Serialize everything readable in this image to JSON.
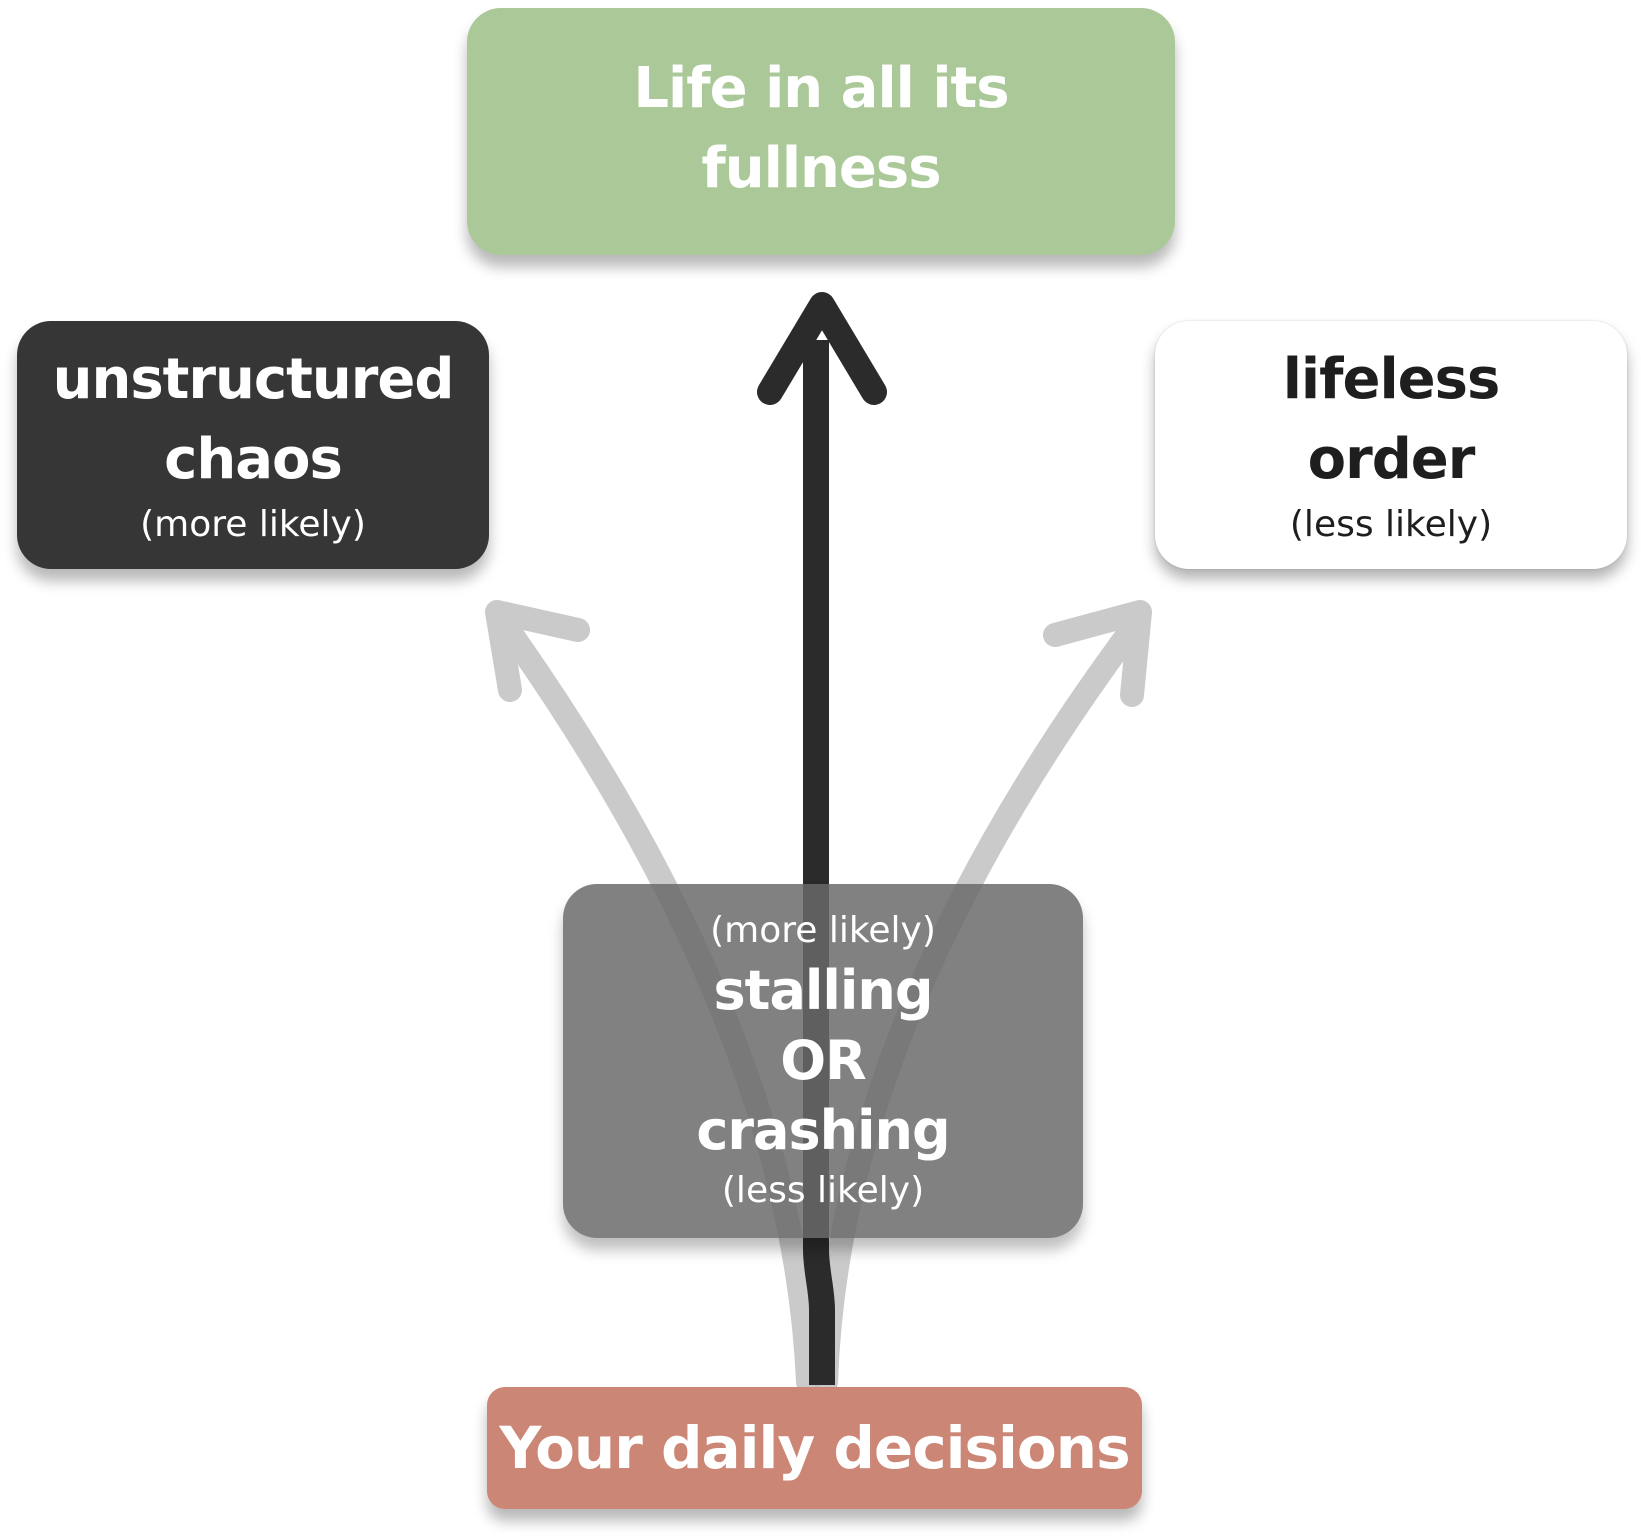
{
  "nodes": {
    "goal": {
      "line1": "Life in all its",
      "line2": "fullness"
    },
    "chaos": {
      "line1": "unstructured",
      "line2": "chaos",
      "note": "(more likely)"
    },
    "order": {
      "line1": "lifeless",
      "line2": "order",
      "note": "(less likely)"
    },
    "stall": {
      "note_top": "(more likely)",
      "line1": "stalling",
      "line2": "OR",
      "line3": "crashing",
      "note_bottom": "(less likely)"
    },
    "decisions": {
      "label": "Your daily decisions"
    }
  },
  "edges": [
    {
      "from": "decisions",
      "to": "goal",
      "style": "solid-dark"
    },
    {
      "from": "decisions",
      "to": "chaos",
      "style": "faded"
    },
    {
      "from": "decisions",
      "to": "order",
      "style": "faded"
    }
  ],
  "colors": {
    "goal": "#abc998",
    "chaos": "#363636",
    "order": "#ffffff",
    "stall": "#6e6e6e",
    "decisions": "#cb8676",
    "arrow_main": "#2b2b2b",
    "arrow_faded": "#bdbdbd"
  }
}
